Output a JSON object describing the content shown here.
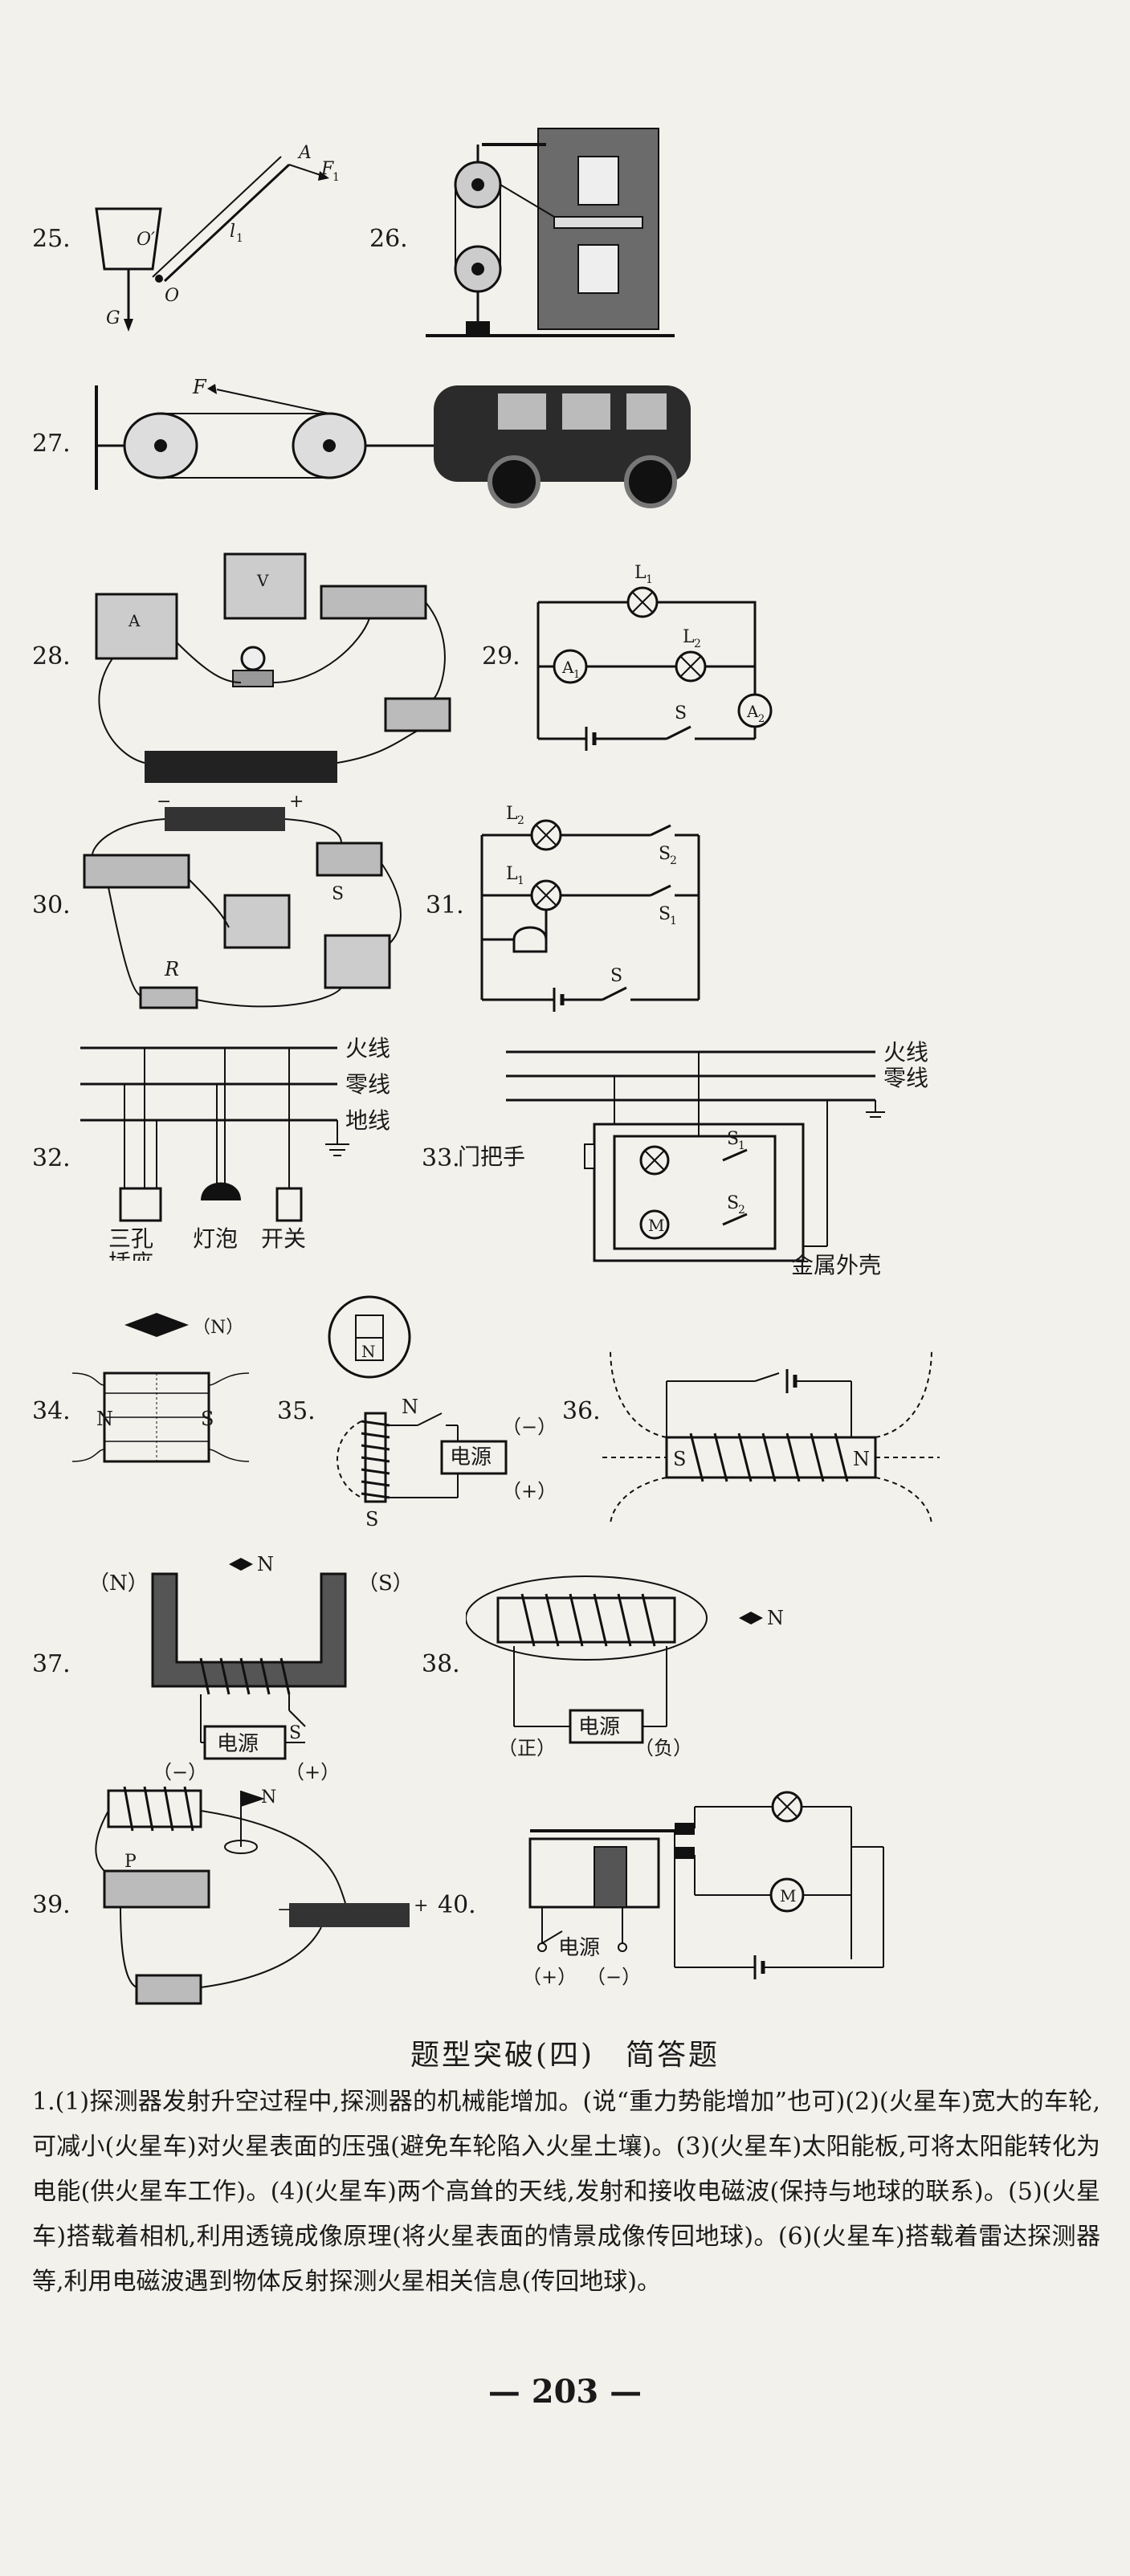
{
  "figures": {
    "f25": {
      "num": "25.",
      "labels": {
        "A": "A",
        "F1": "F",
        "F1_sub": "1",
        "O_prime": "O′",
        "O": "O",
        "l1": "l",
        "l1_sub": "1",
        "G": "G"
      }
    },
    "f26": {
      "num": "26."
    },
    "f27": {
      "num": "27.",
      "labels": {
        "F": "F"
      }
    },
    "f28": {
      "num": "28.",
      "labels": {
        "A": "A",
        "V": "V"
      }
    },
    "f29": {
      "num": "29.",
      "labels": {
        "L1": "L",
        "L1_sub": "1",
        "L2": "L",
        "L2_sub": "2",
        "A1": "A",
        "A1_sub": "1",
        "A2": "A",
        "A2_sub": "2",
        "S": "S"
      }
    },
    "f30": {
      "num": "30.",
      "labels": {
        "minus": "−",
        "plus": "+",
        "S": "S",
        "R": "R"
      }
    },
    "f31": {
      "num": "31.",
      "labels": {
        "L2": "L",
        "L2_sub": "2",
        "L1": "L",
        "L1_sub": "1",
        "S2": "S",
        "S2_sub": "2",
        "S1": "S",
        "S1_sub": "1",
        "S": "S"
      }
    },
    "f32": {
      "num": "32.",
      "labels": {
        "live": "火线",
        "neutral": "零线",
        "ground": "地线",
        "socket": "三孔",
        "socket2": "插座",
        "bulb": "灯泡",
        "switch": "开关"
      }
    },
    "f33": {
      "num": "33.",
      "labels": {
        "live": "火线",
        "neutral": "零线",
        "handle": "门把手",
        "S1": "S",
        "S1_sub": "1",
        "S2": "S",
        "S2_sub": "2",
        "M": "M",
        "shell": "金属外壳"
      }
    },
    "f34": {
      "num": "34.",
      "labels": {
        "N_top": "（N）",
        "N": "N",
        "S": "S"
      }
    },
    "f35": {
      "num": "35.",
      "labels": {
        "N_box": "N",
        "N": "N",
        "minus": "（−）",
        "power": "电源",
        "plus": "（+）",
        "S": "S"
      }
    },
    "f36": {
      "num": "36.",
      "labels": {
        "S": "S",
        "N": "N"
      }
    },
    "f37": {
      "num": "37.",
      "labels": {
        "N_left": "（N）",
        "N_needle": "N",
        "S_right": "（S）",
        "power": "电源",
        "S": "S",
        "minus": "（−）",
        "plus": "（+）"
      }
    },
    "f38": {
      "num": "38.",
      "labels": {
        "N": "N",
        "pos": "（正）",
        "power": "电源",
        "neg": "（负）"
      }
    },
    "f39": {
      "num": "39.",
      "labels": {
        "N": "N",
        "P": "P",
        "minus": "−",
        "plus": "+"
      }
    },
    "f40": {
      "num": "40.",
      "labels": {
        "M": "M",
        "power": "电源",
        "plus": "（+）",
        "minus": "（−）"
      }
    }
  },
  "section_title": "题型突破(四)　简答题",
  "answer_text": "1.(1)探测器发射升空过程中,探测器的机械能增加。(说“重力势能增加”也可)(2)(火星车)宽大的车轮,可减小(火星车)对火星表面的压强(避免车轮陷入火星土壤)。(3)(火星车)太阳能板,可将太阳能转化为电能(供火星车工作)。(4)(火星车)两个高耸的天线,发射和接收电磁波(保持与地球的联系)。(5)(火星车)搭载着相机,利用透镜成像原理(将火星表面的情景成像传回地球)。(6)(火星车)搭载着雷达探测器等,利用电磁波遇到物体反射探测火星相关信息(传回地球)。",
  "page_number": "— 203 —"
}
